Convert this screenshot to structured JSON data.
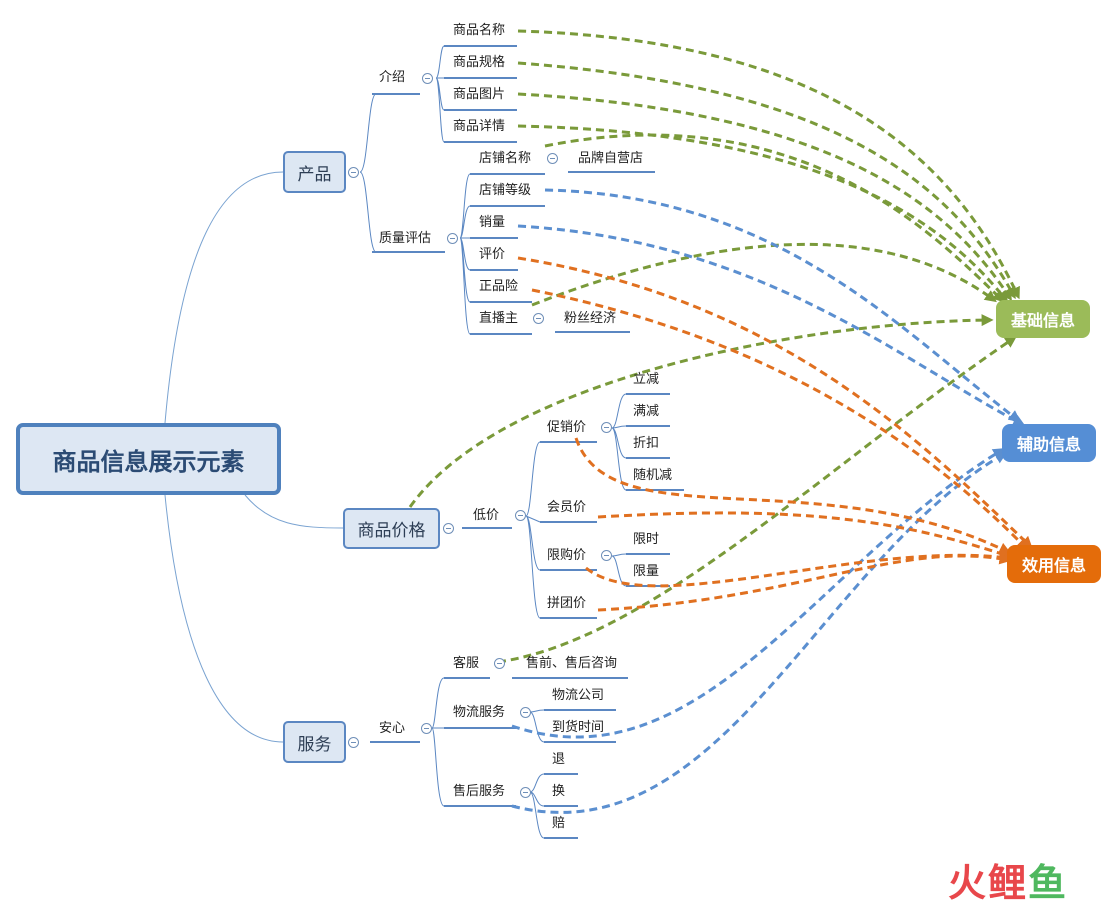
{
  "root": "商品信息展示元素",
  "branches": {
    "product": {
      "label": "产品",
      "intro": {
        "label": "介绍",
        "items": [
          "商品名称",
          "商品规格",
          "商品图片",
          "商品详情"
        ]
      },
      "quality": {
        "label": "质量评估",
        "shop_name": "店铺名称",
        "shop_name_child": "品牌自营店",
        "shop_level": "店铺等级",
        "sales": "销量",
        "review": "评价",
        "authentic": "正品险",
        "streamer": "直播主",
        "streamer_child": "粉丝经济"
      }
    },
    "price": {
      "label": "商品价格",
      "low": "低价",
      "promo": {
        "label": "促销价",
        "items": [
          "立减",
          "满减",
          "折扣",
          "随机减"
        ]
      },
      "member": "会员价",
      "limited": {
        "label": "限购价",
        "items": [
          "限时",
          "限量"
        ]
      },
      "group": "拼团价"
    },
    "service": {
      "label": "服务",
      "assure": "安心",
      "cs": "客服",
      "cs_child": "售前、售后咨询",
      "logistics": {
        "label": "物流服务",
        "items": [
          "物流公司",
          "到货时间"
        ]
      },
      "after_sales": {
        "label": "售后服务",
        "items": [
          "退",
          "换",
          "赔"
        ]
      }
    }
  },
  "categories": {
    "basic": {
      "label": "基础信息",
      "color": "#9bbb59"
    },
    "aux": {
      "label": "辅助信息",
      "color": "#558ed5"
    },
    "effect": {
      "label": "效用信息",
      "color": "#e46c0a"
    }
  },
  "watermark": {
    "part1": "火",
    "part2": "鲤",
    "part3": "鱼"
  }
}
